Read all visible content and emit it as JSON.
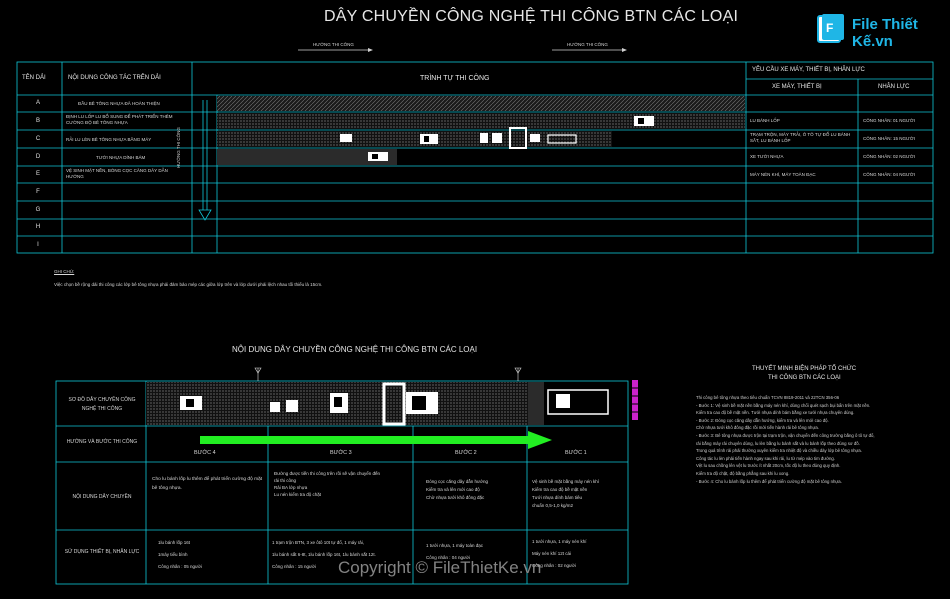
{
  "header": {
    "title": "DÂY CHUYỀN CÔNG NGHỆ THI CÔNG BTN CÁC LOẠI",
    "direction_left": "HƯỚNG THI CÔNG",
    "direction_right": "HƯỚNG THI CÔNG"
  },
  "logo": {
    "text": "File Thiết Kế.vn"
  },
  "top_table": {
    "col_lane": "TÊN DẢI",
    "col_content": "NỘI DUNG CÔNG TÁC TRÊN DẢI",
    "col_sequence": "TRÌNH TỰ THI CÔNG",
    "col_requirements": "YÊU CẦU XE MÁY, THIẾT BỊ, NHÂN LỰC",
    "col_equipment": "XE MÁY, THIẾT BỊ",
    "col_labor": "NHÂN LỰC",
    "vertical_label": "HƯỚNG THI CÔNG",
    "rows": [
      {
        "lane": "A",
        "content": "ĐẦU BÊ TÔNG NHỰA ĐÃ HOÀN THIỆN",
        "equipment": "",
        "labor": ""
      },
      {
        "lane": "B",
        "content": "ĐỊNH LU LỐP LU BỔ SUNG ĐỂ PHÁT TRIỂN THÊM CƯỜNG ĐỘ BÊ TÔNG NHỰA",
        "equipment": "LU BÁNH LỐP",
        "labor": "CÔNG NHÂN: 01 NGƯỜI"
      },
      {
        "lane": "C",
        "content": "RẢI LU LÈN BÊ TÔNG NHỰA BẰNG MÁY",
        "equipment": "TRẠM TRỘN, MÁY TRẢI, Ô TÔ TỰ ĐỔ LU BÁNH SẮT, LU BÁNH LỐP",
        "labor": "CÔNG NHÂN: 15 NGƯỜI"
      },
      {
        "lane": "D",
        "content": "TƯỚI NHỰA DÍNH BÁM",
        "equipment": "XE TƯỚI NHỰA",
        "labor": "CÔNG NHÂN: 02 NGƯỜI"
      },
      {
        "lane": "E",
        "content": "VỆ SINH MẶT NỀN, BÓNG CỌC CĂNG DÂY DẪN HƯỚNG",
        "equipment": "MÁY NÉN KHÍ, MÁY TOÀN ĐẠC",
        "labor": "CÔNG NHÂN: 04 NGƯỜI"
      },
      {
        "lane": "F",
        "content": "",
        "equipment": "",
        "labor": ""
      },
      {
        "lane": "G",
        "content": "",
        "equipment": "",
        "labor": ""
      },
      {
        "lane": "H",
        "content": "",
        "equipment": "",
        "labor": ""
      },
      {
        "lane": "I",
        "content": "",
        "equipment": "",
        "labor": ""
      }
    ]
  },
  "notes": {
    "heading": "GHI CHÚ:",
    "text": "Việc chọn bề rộng dải thi công các lớp bê tông nhựa phải đảm bảo mép các giữa lớp trên và lớp dưới phải lệch nhau tối thiểu là 15cm."
  },
  "bottom_section": {
    "title": "NỘI DUNG DÂY CHUYỀN CÔNG NGHỆ THI CÔNG BTN CÁC LOẠI",
    "row_diagram": "SƠ ĐỒ DÂY CHUYỀN CÔNG NGHỆ THI CÔNG",
    "row_direction": "HƯỚNG VÀ BƯỚC THI CÔNG",
    "row_content": "NỘI DUNG DÂY CHUYỀN",
    "row_equipment": "SỬ DỤNG THIẾT BỊ, NHÂN LỰC",
    "steps": [
      {
        "name": "BƯỚC 4",
        "content": "Cho lu bánh lốp lu thêm để phát triển cường độ mặt bê tông nhựa.",
        "equipment_lines": [
          "1lu bánh lốp 16t",
          "1máy tiểu bình",
          "Công nhân : 05 người"
        ]
      },
      {
        "name": "BƯỚC 3",
        "content_lines": [
          "Đường được tiến thi công trên rồi sẽ vận chuyển đến",
          "rải thi công",
          "Rải BA lớp nhựa",
          "Lu nén kiểm tra độ chặt"
        ],
        "equipment_lines": [
          "1 trạm trộn BTN, 3 xe ôtô 10t tự đổ, 1 máy rải,",
          "1lu bánh sắt 6-8t, 1lu bánh lốp 16t, 1lu bánh sắt 12t.",
          "Công nhân : 15 người"
        ]
      },
      {
        "name": "BƯỚC 2",
        "content_lines": [
          "Đóng cọc căng dây dẫn hướng",
          "Kiểm tra và lên mới cao độ",
          "Chờ nhựa tưới khô đông đặc"
        ],
        "equipment_lines": [
          "1 tưới nhựa, 1 máy toàn đạc",
          "Công nhân : 04 người"
        ]
      },
      {
        "name": "BƯỚC 1",
        "content_lines": [
          "Vệ sinh bề mặt bằng máy nén khí",
          "Kiểm tra cao độ bề mặt nền",
          "Tưới nhựa dính bám tiêu",
          "chuẩn 0,5-1,0 kg/m2"
        ],
        "equipment_lines": [
          "1 tưới nhựa, 1 máy nén khí",
          "Máy nén khí 12t cái",
          "Công nhân : 02 người"
        ]
      }
    ]
  },
  "right_notes": {
    "title_line1": "THUYẾT MINH BIỆN PHÁP TỔ CHỨC",
    "title_line2": "THI CÔNG BTN CÁC LOẠI",
    "lines": [
      "Thi công bê tông nhựa theo tiêu chuẩn TCVN 8819-2011 và 22TCN 356-06",
      "- Bước 1: Vệ sinh bề mặt nền bằng máy nén khí, dùng chổi quét sạch bụi bẩn trên mặt nền.",
      "  Kiểm tra cao độ bề mặt nền. Tưới nhựa dính bám bằng xe tưới nhựa chuyên dùng.",
      "- Bước 2: Đóng cọc căng dây dẫn hướng, kiểm tra và lên mới cao độ.",
      "  Chờ nhựa tưới khô đông đặc rồi mới tiến hành rải bê tông nhựa.",
      "- Bước 3: Bê tông nhựa được trộn tại trạm trộn, vận chuyển đến công trường bằng ô tô tự đổ,",
      "  rải bằng máy rải chuyên dùng, lu lèn bằng lu bánh sắt và lu bánh lốp theo đúng sơ đồ.",
      "  Trong quá trình rải phải thường xuyên kiểm tra nhiệt độ và chiều dày lớp bê tông nhựa.",
      "  Công tác lu lèn phải tiến hành ngay sau khi rải, lu từ mép vào tim đường.",
      "  Vệt lu sau chồng lên vệt lu trước ít nhất 20cm, tốc độ lu theo đúng quy định.",
      "  Kiểm tra độ chặt, độ bằng phẳng sau khi lu xong.",
      "- Bước 4: Cho lu bánh lốp lu thêm để phát triển cường độ mặt bê tông nhựa."
    ]
  },
  "watermark": {
    "text": "Copyright © FileThietKe.vn"
  },
  "colors": {
    "line": "#11c7d9",
    "arrow": "#22ee22",
    "accent": "#cc22cc",
    "logo": "#1fb6e6"
  }
}
